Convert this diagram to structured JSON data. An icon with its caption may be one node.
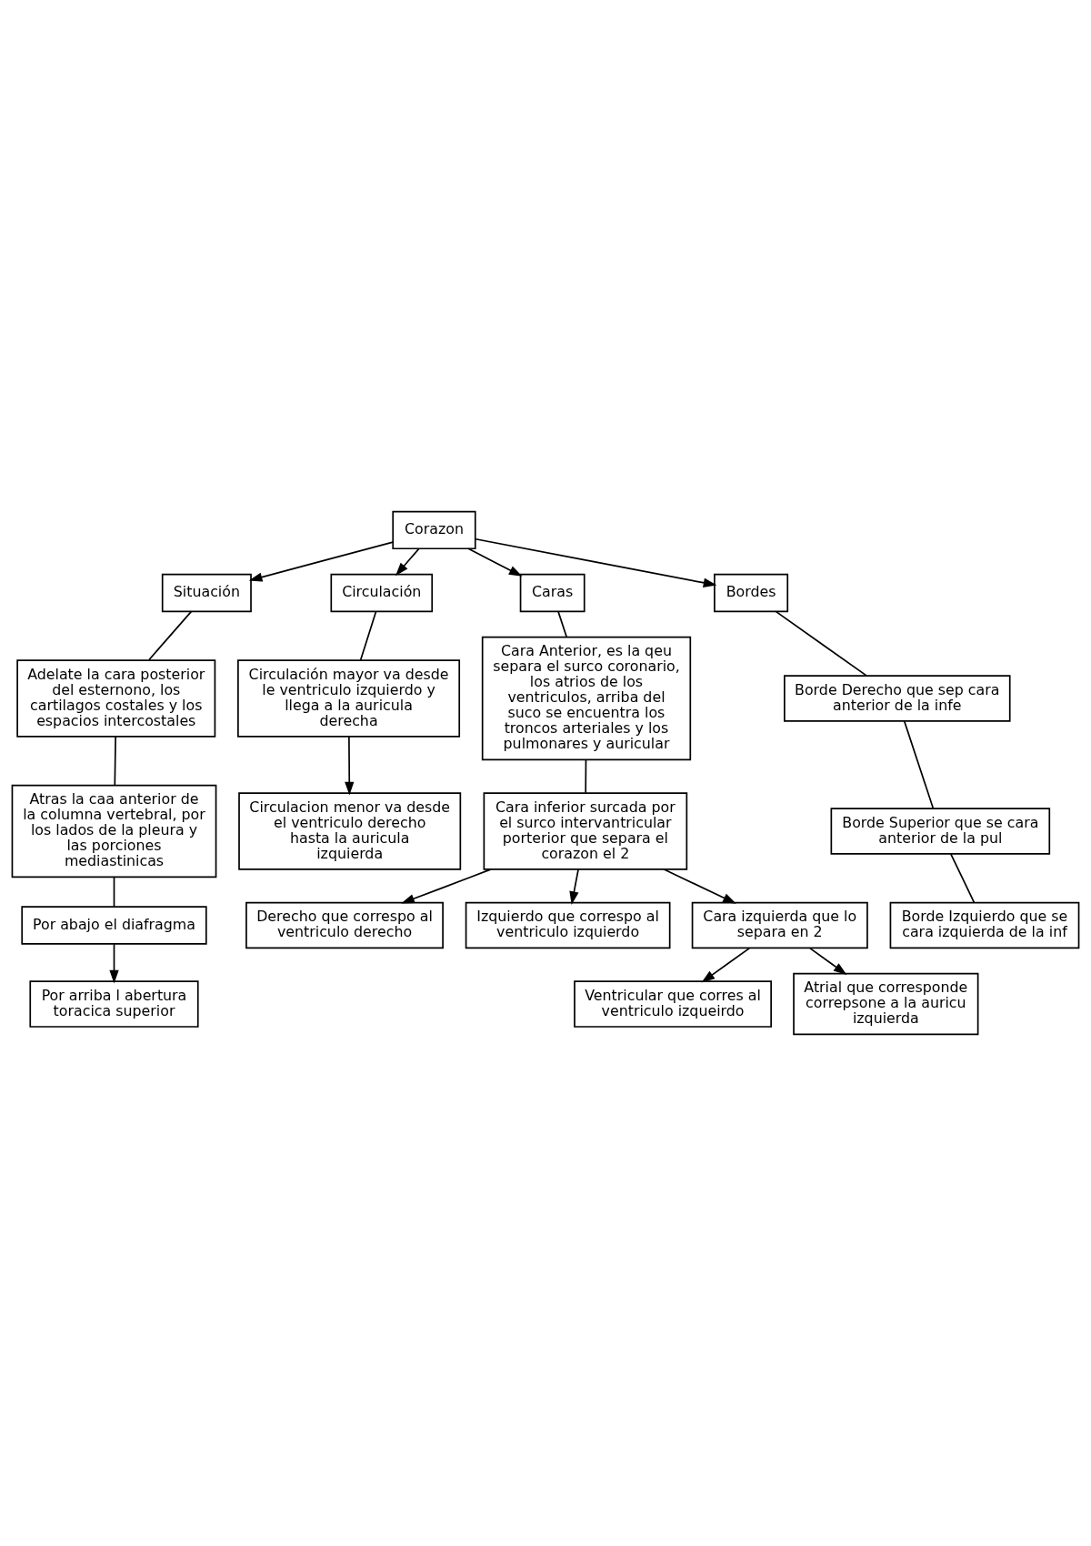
{
  "diagram": {
    "nodes": [
      {
        "text": [
          "Corazon"
        ]
      },
      {
        "text": [
          "Situación"
        ]
      },
      {
        "text": [
          "Circulación"
        ]
      },
      {
        "text": [
          "Caras"
        ]
      },
      {
        "text": [
          "Bordes"
        ]
      },
      {
        "text": [
          "Adelate la cara posterior del esternono, los cartilagos costales y los espacios intercostales"
        ]
      },
      {
        "text": [
          "Circulación mayor va desde le ventriculo izquierdo y llega a la auricula derecha"
        ]
      },
      {
        "text": [
          "Cara Anterior, es la qeu separa el surco coronario, los atrios de los ventriculos, arriba del suco se encuentra los troncos arteriales y los pulmonares y auricular"
        ]
      },
      {
        "text": [
          "Borde Derecho que sep cara anterior de la infe"
        ]
      },
      {
        "text": [
          "Borde Superior que se cara anterior de la pul"
        ]
      },
      {
        "text": [
          "Borde Izquierdo que se cara izquierda de la inf"
        ]
      },
      {
        "text": [
          "Atras la caa anterior de la columna vertebral, por los lados de la pleura y las porciones mediastinicas"
        ]
      },
      {
        "text": [
          "Circulacion menor va desde el ventriculo derecho hasta la auricula izquierda"
        ]
      },
      {
        "text": [
          "Por abajo el diafragma"
        ]
      },
      {
        "text": [
          "Cara inferior surcada por el surco intervantricular porterior que separa el corazon el 2"
        ]
      },
      {
        "text": [
          "Derecho que correspo al ventriculo derecho"
        ]
      },
      {
        "text": [
          "Izquierdo que correspo al ventriculo izquierdo"
        ]
      },
      {
        "text": [
          "Por arriba l abertura toracica superior"
        ]
      },
      {
        "text": [
          "Cara izquierda que lo separa en 2"
        ]
      },
      {
        "text": [
          "Ventricular que corres al ventriculo izqueirdo"
        ]
      },
      {
        "text": [
          "Atrial que corresponde correpsone a la auricu izquierda"
        ]
      }
    ],
    "edges": [
      {
        "from": 0,
        "to": 1,
        "arrow": "to"
      },
      {
        "from": 0,
        "to": 2,
        "arrow": "to"
      },
      {
        "from": 0,
        "to": 3,
        "arrow": "to"
      },
      {
        "from": 0,
        "to": 4,
        "arrow": "to"
      },
      {
        "from": 1,
        "to": 5,
        "arrow": "none"
      },
      {
        "from": 2,
        "to": 6,
        "arrow": "none"
      },
      {
        "from": 3,
        "to": 7,
        "arrow": "none"
      },
      {
        "from": 4,
        "to": 8,
        "arrow": "none"
      },
      {
        "from": 8,
        "to": 9,
        "arrow": "none"
      },
      {
        "from": 9,
        "to": 10,
        "arrow": "none"
      },
      {
        "from": 5,
        "to": 11,
        "arrow": "none"
      },
      {
        "from": 6,
        "to": 12,
        "arrow": "to"
      },
      {
        "from": 11,
        "to": 13,
        "arrow": "none"
      },
      {
        "from": 13,
        "to": 17,
        "arrow": "to"
      },
      {
        "from": 7,
        "to": 14,
        "arrow": "none"
      },
      {
        "from": 14,
        "to": 15,
        "arrow": "to"
      },
      {
        "from": 14,
        "to": 16,
        "arrow": "to"
      },
      {
        "from": 14,
        "to": 18,
        "arrow": "to"
      },
      {
        "from": 18,
        "to": 19,
        "arrow": "to"
      },
      {
        "from": 18,
        "to": 20,
        "arrow": "to"
      }
    ]
  }
}
